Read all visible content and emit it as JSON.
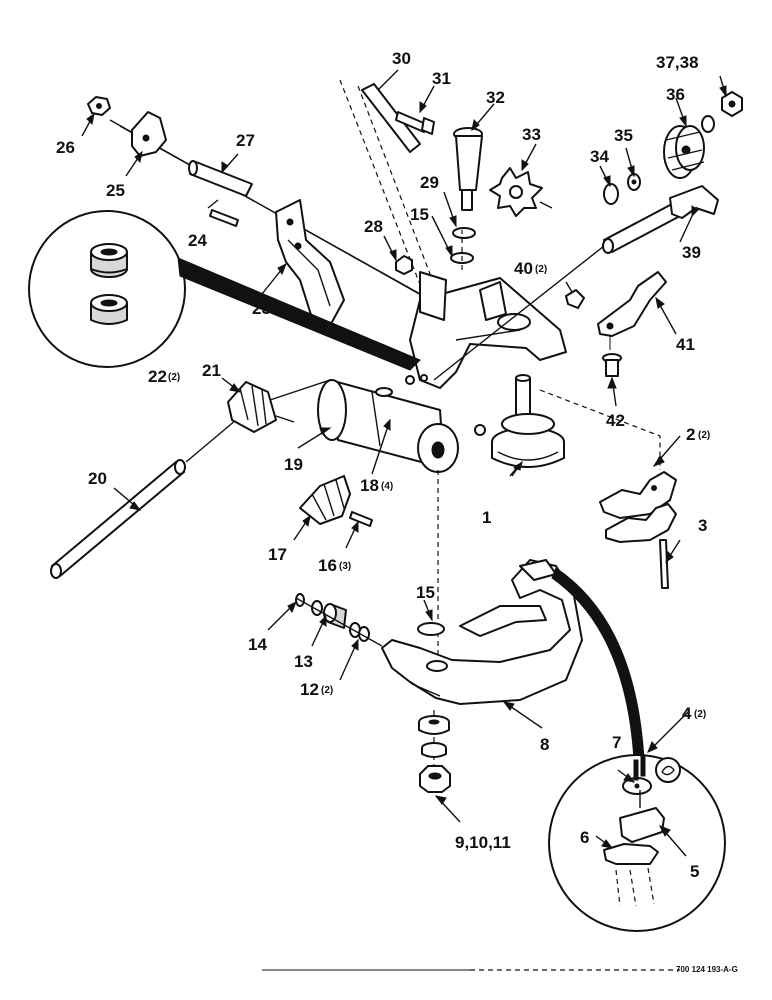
{
  "callouts": [
    {
      "id": "c1",
      "label": "1",
      "qty": ""
    },
    {
      "id": "c2",
      "label": "2",
      "qty": "(2)"
    },
    {
      "id": "c3",
      "label": "3",
      "qty": ""
    },
    {
      "id": "c4",
      "label": "4",
      "qty": "(2)"
    },
    {
      "id": "c5",
      "label": "5",
      "qty": ""
    },
    {
      "id": "c6",
      "label": "6",
      "qty": ""
    },
    {
      "id": "c7",
      "label": "7",
      "qty": ""
    },
    {
      "id": "c8",
      "label": "8",
      "qty": ""
    },
    {
      "id": "c9",
      "label": "9,10,11",
      "qty": ""
    },
    {
      "id": "c12",
      "label": "12",
      "qty": "(2)"
    },
    {
      "id": "c13",
      "label": "13",
      "qty": ""
    },
    {
      "id": "c14",
      "label": "14",
      "qty": ""
    },
    {
      "id": "c15a",
      "label": "15",
      "qty": ""
    },
    {
      "id": "c15b",
      "label": "15",
      "qty": ""
    },
    {
      "id": "c16",
      "label": "16",
      "qty": "(3)"
    },
    {
      "id": "c17",
      "label": "17",
      "qty": ""
    },
    {
      "id": "c18",
      "label": "18",
      "qty": "(4)"
    },
    {
      "id": "c19",
      "label": "19",
      "qty": ""
    },
    {
      "id": "c20",
      "label": "20",
      "qty": ""
    },
    {
      "id": "c21",
      "label": "21",
      "qty": ""
    },
    {
      "id": "c22",
      "label": "22",
      "qty": "(2)"
    },
    {
      "id": "c23",
      "label": "23",
      "qty": ""
    },
    {
      "id": "c24",
      "label": "24",
      "qty": ""
    },
    {
      "id": "c25",
      "label": "25",
      "qty": ""
    },
    {
      "id": "c26",
      "label": "26",
      "qty": ""
    },
    {
      "id": "c27",
      "label": "27",
      "qty": ""
    },
    {
      "id": "c28",
      "label": "28",
      "qty": ""
    },
    {
      "id": "c29",
      "label": "29",
      "qty": ""
    },
    {
      "id": "c30",
      "label": "30",
      "qty": ""
    },
    {
      "id": "c31",
      "label": "31",
      "qty": ""
    },
    {
      "id": "c32",
      "label": "32",
      "qty": ""
    },
    {
      "id": "c33",
      "label": "33",
      "qty": ""
    },
    {
      "id": "c34",
      "label": "34",
      "qty": ""
    },
    {
      "id": "c35",
      "label": "35",
      "qty": ""
    },
    {
      "id": "c36",
      "label": "36",
      "qty": ""
    },
    {
      "id": "c37",
      "label": "37,38",
      "qty": ""
    },
    {
      "id": "c39",
      "label": "39",
      "qty": ""
    },
    {
      "id": "c40",
      "label": "40",
      "qty": "(2)"
    },
    {
      "id": "c41",
      "label": "41",
      "qty": ""
    },
    {
      "id": "c42",
      "label": "42",
      "qty": ""
    }
  ],
  "footer": {
    "drawing_number": "700 124 193-A-G"
  }
}
